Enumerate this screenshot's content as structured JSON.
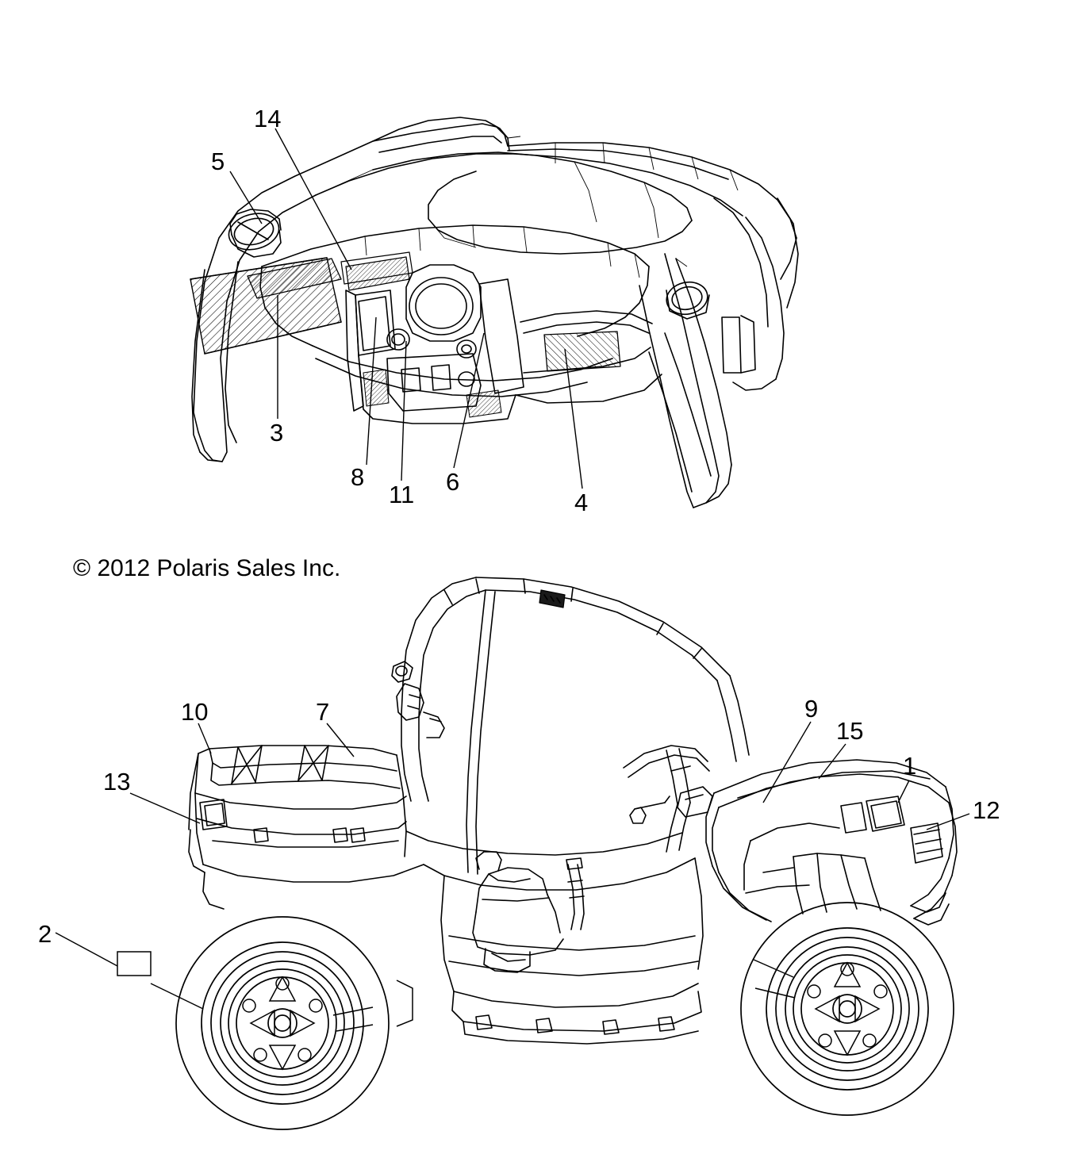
{
  "document": {
    "type": "parts-diagram",
    "copyright": "© 2012 Polaris Sales Inc.",
    "background_color": "#ffffff",
    "line_color": "#000000"
  },
  "views": [
    {
      "name": "dash-assembly-view",
      "position": "top"
    },
    {
      "name": "vehicle-side-view",
      "position": "bottom"
    }
  ],
  "callouts": {
    "c14": "14",
    "c5": "5",
    "c3": "3",
    "c8": "8",
    "c11": "11",
    "c6": "6",
    "c4": "4",
    "c10": "10",
    "c7": "7",
    "c13": "13",
    "c9": "9",
    "c15": "15",
    "c1": "1",
    "c12": "12",
    "c2": "2"
  }
}
